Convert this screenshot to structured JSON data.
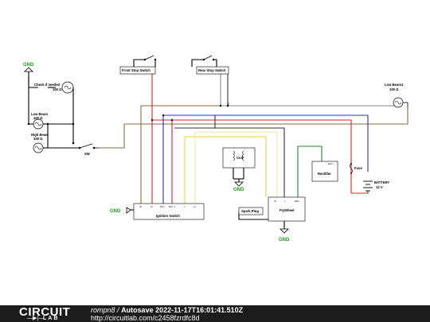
{
  "labels": {
    "gnd": "GND",
    "check_if_needed": "Check if needed",
    "check_if_needed_value": "100 Ω",
    "low_beam": "Low Beam",
    "low_beam_value": "100 Ω",
    "high_beam": "High Beam",
    "high_beam_value": "100 Ω",
    "sw": "SW",
    "front_stop_switch": "Front Stop Switch",
    "rear_stop_switch": "Rear Stop Switch",
    "low_beam_right": "Low Beam1",
    "low_beam_right_value": "100 Ω",
    "coil": "Coil",
    "spark_plug": "Spark Plug",
    "ignition_switch": "Ignition Switch",
    "flywheel": "FlyWheel",
    "rectifier": "Rectifier",
    "bat_plus": "BAT +",
    "fuse": "Fuse",
    "battery": "BATTERY",
    "battery_value": "12 V"
  },
  "pins": {
    "ignition": [
      "IN",
      "IC",
      "BAT -",
      "BAT +",
      "L",
      "LL"
    ],
    "flywheel": [
      "IN",
      "L",
      "REC"
    ]
  },
  "wire_colors": {
    "brown": "#8a6b43",
    "red": "#e0202a",
    "blue": "#2c2ccc",
    "yellow": "#e8d63a",
    "light_yellow": "#f0ea9a",
    "dark": "#333333",
    "green": "#1f8a2a",
    "gray": "#888888",
    "ground_label": "#1a9a1a"
  },
  "footer": {
    "logo_top": "CIRCUIT",
    "logo_sub": "LAB",
    "user": "rompn8",
    "separator": "/",
    "title": "Autosave 2022-11-17T16:01:41.510Z",
    "url": "http://circuitlab.com/c2458fzrdfc8d"
  }
}
